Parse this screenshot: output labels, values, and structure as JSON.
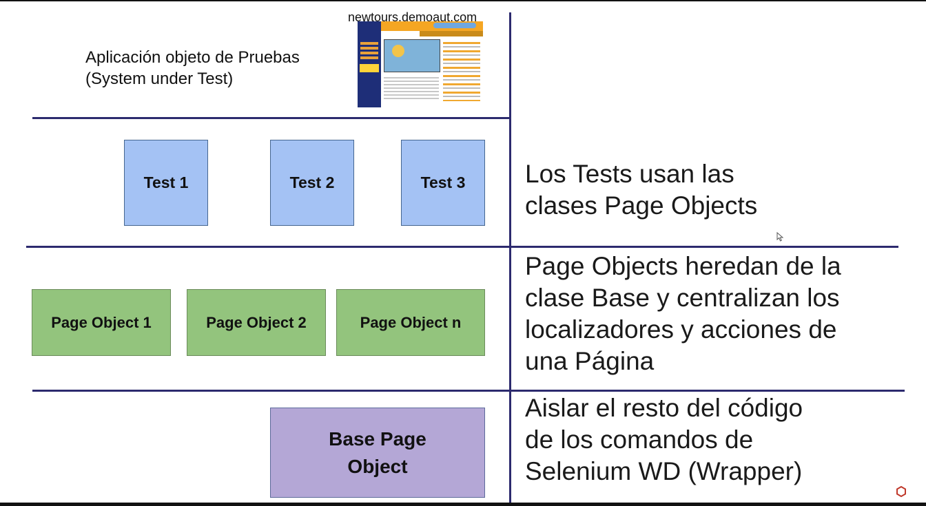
{
  "sut": {
    "label": "Aplicación objeto de Pruebas\n(System under Test)",
    "site_url": "newtours.demoaut.com"
  },
  "tests": [
    {
      "label": "Test 1"
    },
    {
      "label": "Test 2"
    },
    {
      "label": "Test 3"
    }
  ],
  "page_objects": [
    {
      "label": "Page Object 1"
    },
    {
      "label": "Page Object 2"
    },
    {
      "label": "Page Object n"
    }
  ],
  "base": {
    "label": "Base Page\nObject"
  },
  "descriptions": {
    "tests": "Los Tests usan las\nclases Page Objects",
    "page_objects": "Page Objects heredan de la\nclase Base y centralizan los\nlocalizadores y acciones de\nuna Página",
    "base": "Aislar el resto del código\nde los comandos de\nSelenium WD (Wrapper)"
  },
  "colors": {
    "test_box": "#a4c2f4",
    "page_object_box": "#93c47d",
    "base_box": "#b4a7d6",
    "divider": "#2c2a6e"
  },
  "icons": {
    "cursor": "mouse-pointer-icon",
    "watermark": "hexagon-logo-icon"
  }
}
